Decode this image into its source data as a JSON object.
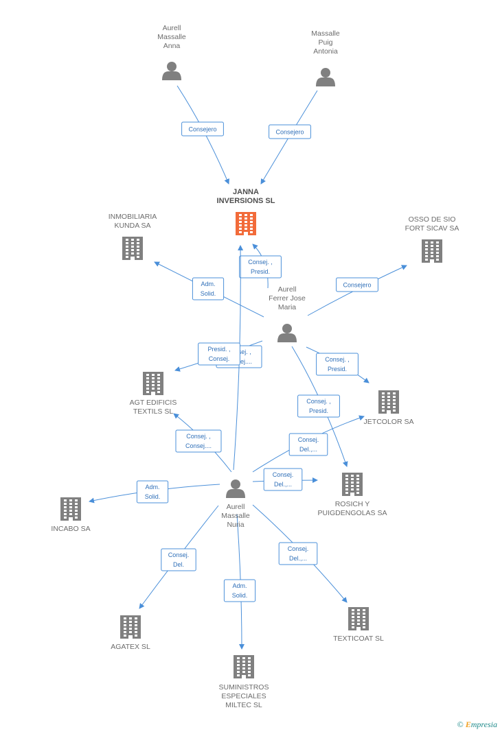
{
  "nodes": {
    "aurell_anna": {
      "type": "person",
      "label": [
        "Aurell",
        "Massalle",
        "Anna"
      ]
    },
    "massalle_puig": {
      "type": "person",
      "label": [
        "Massalle",
        "Puig",
        "Antonia"
      ]
    },
    "janna": {
      "type": "company",
      "main": true,
      "label": [
        "JANNA",
        "INVERSIONS SL"
      ]
    },
    "inmobiliaria": {
      "type": "company",
      "label": [
        "INMOBILIARIA",
        "KUNDA SA"
      ]
    },
    "osso": {
      "type": "company",
      "label": [
        "OSSO DE SIO",
        "FORT SICAV SA"
      ]
    },
    "aurell_ferrer": {
      "type": "person",
      "label": [
        "Aurell",
        "Ferrer Jose",
        "Maria"
      ]
    },
    "agt": {
      "type": "company",
      "label": [
        "AGT EDIFICIS",
        "TEXTILS SL"
      ]
    },
    "jetcolor": {
      "type": "company",
      "label": [
        "JETCOLOR SA"
      ]
    },
    "rosich": {
      "type": "company",
      "label": [
        "ROSICH Y",
        "PUIGDENGOLAS SA"
      ]
    },
    "aurell_nuria": {
      "type": "person",
      "label": [
        "Aurell",
        "Massalle",
        "Nuria"
      ]
    },
    "incabo": {
      "type": "company",
      "label": [
        "INCABO SA"
      ]
    },
    "agatex": {
      "type": "company",
      "label": [
        "AGATEX SL"
      ]
    },
    "suministros": {
      "type": "company",
      "label": [
        "SUMINISTROS",
        "ESPECIALES",
        "MILTEC SL"
      ]
    },
    "texticoat": {
      "type": "company",
      "label": [
        "TEXTICOAT SL"
      ]
    }
  },
  "edges": [
    {
      "from": "aurell_anna",
      "to": "janna",
      "label": [
        "Consejero"
      ]
    },
    {
      "from": "massalle_puig",
      "to": "janna",
      "label": [
        "Consejero"
      ]
    },
    {
      "from": "aurell_ferrer",
      "to": "janna",
      "label": [
        "Consej. ,",
        "Presid."
      ]
    },
    {
      "from": "aurell_ferrer",
      "to": "inmobiliaria",
      "label": [
        "Adm.",
        "Solid."
      ]
    },
    {
      "from": "aurell_ferrer",
      "to": "osso",
      "label": [
        "Consejero"
      ]
    },
    {
      "from": "aurell_ferrer",
      "to": "agt",
      "label": [
        "Consej. ,",
        "Consej...."
      ]
    },
    {
      "from": "aurell_ferrer",
      "to": "jetcolor",
      "label": [
        "Consej. ,",
        "Presid."
      ]
    },
    {
      "from": "aurell_ferrer",
      "to": "rosich",
      "label": [
        "Consej. ,",
        "Presid."
      ]
    },
    {
      "from": "aurell_nuria",
      "to": "janna",
      "label": [
        "Presid. ,",
        "Consej."
      ]
    },
    {
      "from": "aurell_nuria",
      "to": "agt",
      "label": [
        "Consej. ,",
        "Consej...."
      ]
    },
    {
      "from": "aurell_nuria",
      "to": "jetcolor",
      "label": [
        "Consej.",
        "Del.,..."
      ]
    },
    {
      "from": "aurell_nuria",
      "to": "rosich",
      "label": [
        "Consej.",
        "Del.,..."
      ]
    },
    {
      "from": "aurell_nuria",
      "to": "incabo",
      "label": [
        "Adm.",
        "Solid."
      ]
    },
    {
      "from": "aurell_nuria",
      "to": "agatex",
      "label": [
        "Consej.",
        "Del."
      ]
    },
    {
      "from": "aurell_nuria",
      "to": "suministros",
      "label": [
        "Adm.",
        "Solid."
      ]
    },
    {
      "from": "aurell_nuria",
      "to": "texticoat",
      "label": [
        "Consej.",
        "Del.,..."
      ]
    }
  ],
  "brand": {
    "copyright": "©",
    "initial": "E",
    "name": "mpresia"
  },
  "colors": {
    "edge": "#4a8fd9",
    "node": "#808080",
    "main_node": "#f26b3a"
  }
}
